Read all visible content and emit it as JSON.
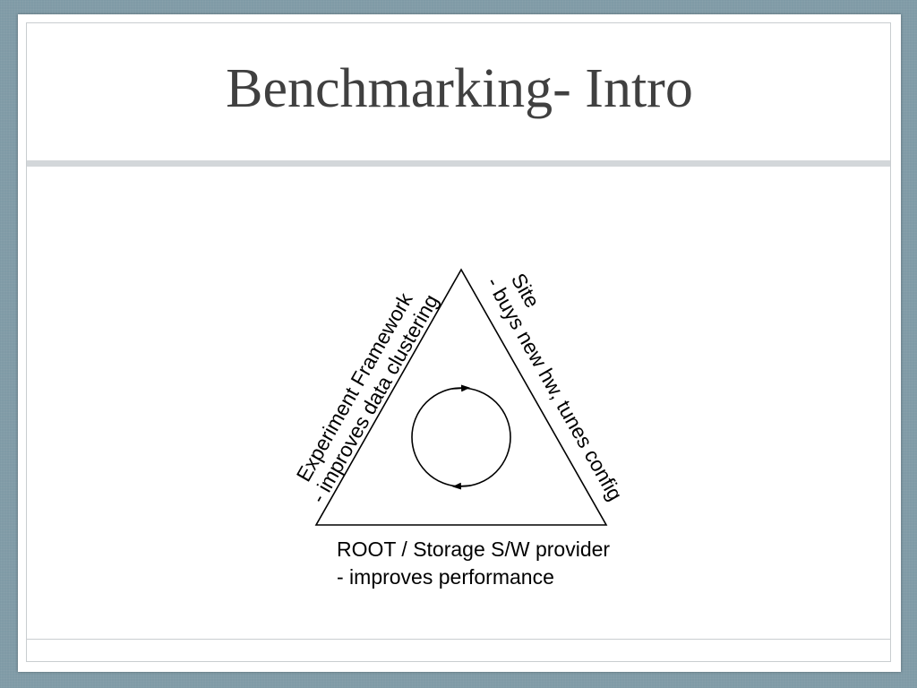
{
  "slide": {
    "title": "Benchmarking- Intro"
  },
  "diagram": {
    "left_label": {
      "line1": "Experiment Framework",
      "line2": "- improves data clustering"
    },
    "right_label": {
      "line1": "Site",
      "line2": "- buys new hw, tunes config"
    },
    "bottom_label": {
      "line1": "ROOT / Storage S/W provider",
      "line2": "- improves performance"
    },
    "cycle": "circular-arrows-icon"
  },
  "colors": {
    "background": "#7f9aa6",
    "slide": "#ffffff",
    "title_text": "#404040",
    "rule": "#d3d7da"
  }
}
